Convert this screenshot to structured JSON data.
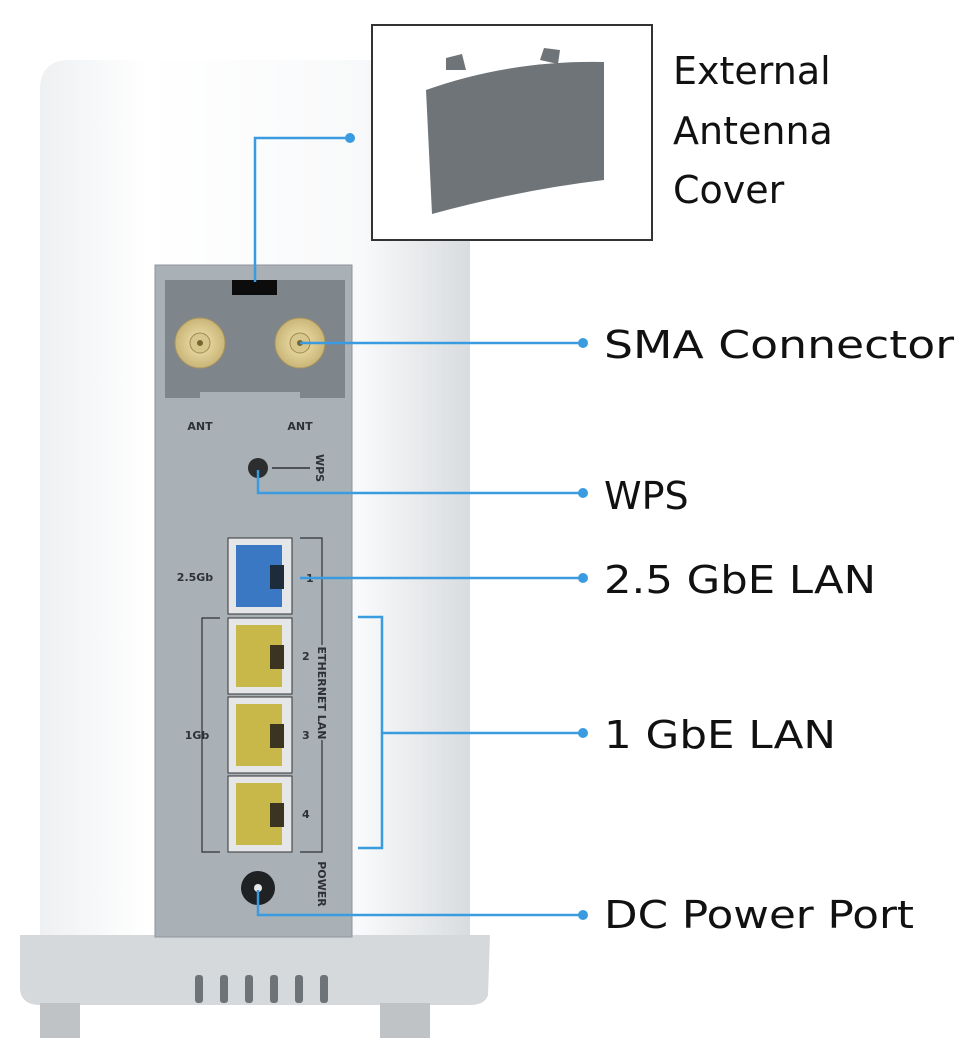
{
  "callouts": {
    "antenna_cover": [
      "External",
      "Antenna",
      "Cover"
    ],
    "sma": "SMA Connector",
    "wps": "WPS",
    "lan25": "2.5 GbE LAN",
    "lan1": "1 GbE LAN",
    "power": "DC Power Port"
  },
  "panel_labels": {
    "ant_left": "ANT",
    "ant_right": "ANT",
    "wps": "WPS",
    "speed_25": "2.5Gb",
    "speed_1": "1Gb",
    "port_numbers": [
      "1",
      "2",
      "3",
      "4"
    ],
    "ethernet_lan": "ETHERNET LAN",
    "power": "POWER"
  },
  "colors": {
    "leader_line": "#3a9be0",
    "panel": "#a9b0b6",
    "port_25": "#3b78c4",
    "port_1": "#d9c73a"
  }
}
